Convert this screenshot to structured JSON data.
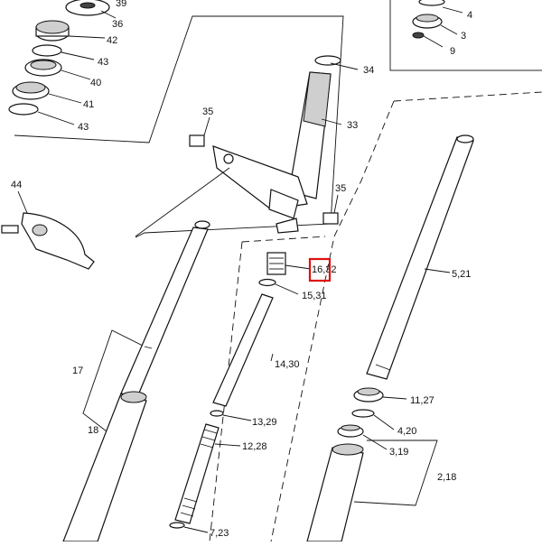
{
  "diagram": {
    "title": "Front fork exploded parts diagram",
    "highlight_color": "#e01010",
    "callouts": {
      "c39": "39",
      "c36": "36",
      "c42": "42",
      "c43a": "43",
      "c40": "40",
      "c41": "41",
      "c43b": "43",
      "c34": "34",
      "c33": "33",
      "c35a": "35",
      "c35b": "35",
      "c44": "44",
      "c16_32": "16,32",
      "c15_31": "15,31",
      "c14_30": "14,30",
      "c13_29": "13,29",
      "c12_28": "12,28",
      "c7_23": "7,23",
      "c17": "17",
      "c18": "18",
      "c5_21": "5,21",
      "c11_27": "11,27",
      "c4_20": "4,20",
      "c3_19": "3,19",
      "c2_18": "2,18",
      "c4": "4",
      "c3": "3",
      "c9": "9"
    }
  }
}
